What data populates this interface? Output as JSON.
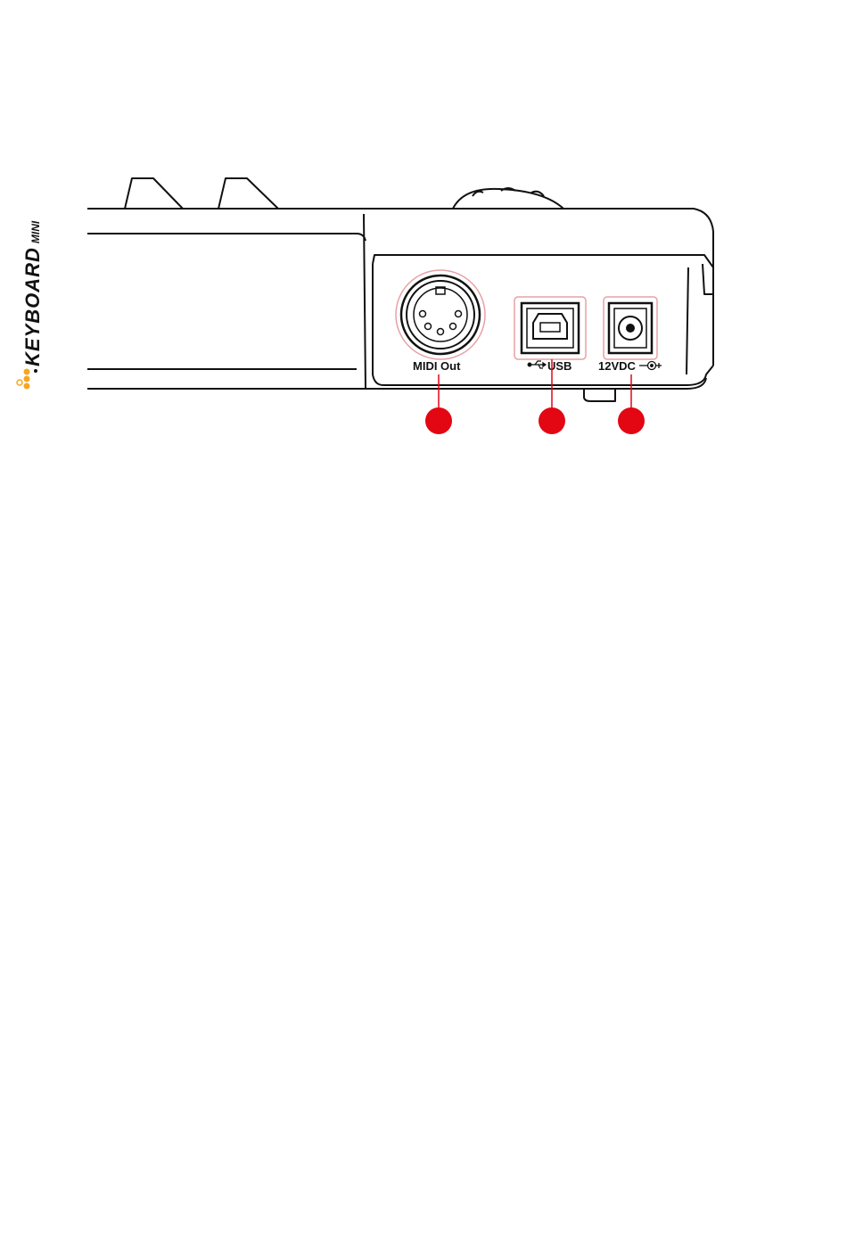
{
  "brand": {
    "name": "KEYBOARD",
    "suffix": "MINI",
    "accent_color": "#f5a623"
  },
  "ports": [
    {
      "id": "midi-out",
      "label": "MIDI Out",
      "callout_color": "#e30613"
    },
    {
      "id": "usb",
      "label": "USB",
      "icon": "usb-icon",
      "callout_color": "#e30613"
    },
    {
      "id": "power",
      "label": "12VDC",
      "icon": "dc-polarity-icon",
      "callout_color": "#e30613"
    }
  ],
  "colors": {
    "line": "#111111",
    "callout": "#e30613",
    "highlight_ring": "#e8a0a6"
  }
}
